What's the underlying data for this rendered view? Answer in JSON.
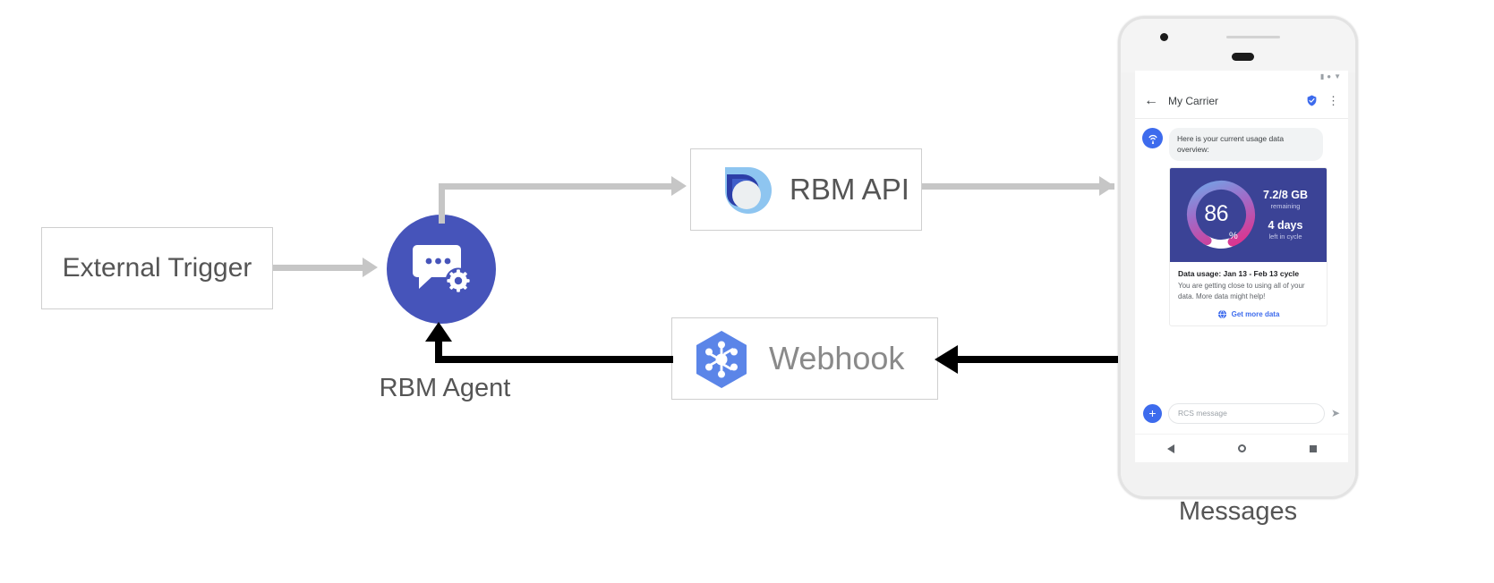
{
  "diagram": {
    "external_trigger": {
      "label": "External Trigger"
    },
    "rbm_agent": {
      "label": "RBM Agent",
      "icon": "chat-gear-icon"
    },
    "rbm_api": {
      "label": "RBM API",
      "icon": "rbm-api-logo-icon"
    },
    "webhook": {
      "label": "Webhook",
      "icon": "cloud-functions-hexagon-icon"
    },
    "messages_label": "Messages",
    "colors": {
      "agent_blue": "#4654ba",
      "connector_gray": "#c6c6c6",
      "connector_black": "#000000",
      "webhook_blue": "#5b85e8",
      "rbm_api_light_blue": "#8ec5f0",
      "rbm_api_dark_blue": "#2c3ea8"
    }
  },
  "phone": {
    "status_bar": {
      "icons": [
        "signal-icon",
        "wifi-icon",
        "battery-icon"
      ]
    },
    "app_bar": {
      "back_icon": "back-arrow-icon",
      "title": "My Carrier",
      "verified_icon": "verified-shield-icon",
      "overflow_icon": "overflow-menu-icon"
    },
    "conversation": {
      "avatar_icon": "carrier-antenna-icon",
      "incoming_message": "Here is your current usage data overview:",
      "rich_card": {
        "gauge": {
          "percent_value": "86",
          "percent_symbol": "%",
          "percent_number": 86,
          "gradient_start": "#6fa8e8",
          "gradient_mid": "#a06bc8",
          "gradient_end": "#e0318b",
          "track_color": "#ffffff",
          "background": "#3b4396"
        },
        "stats": [
          {
            "value": "7.2/8 GB",
            "caption": "remaining"
          },
          {
            "value": "4 days",
            "caption": "left in cycle"
          }
        ],
        "title": "Data usage: Jan 13 - Feb 13 cycle",
        "description": "You are getting close to using all of your data. More data might help!",
        "action": {
          "icon": "globe-icon",
          "label": "Get more data",
          "color": "#3d6bed"
        }
      }
    },
    "composer": {
      "plus_label": "+",
      "input_placeholder": "RCS message",
      "input_value": "",
      "send_icon": "send-icon"
    },
    "nav_bar": {
      "back": "nav-back-icon",
      "home": "nav-home-icon",
      "recents": "nav-recents-icon"
    }
  }
}
